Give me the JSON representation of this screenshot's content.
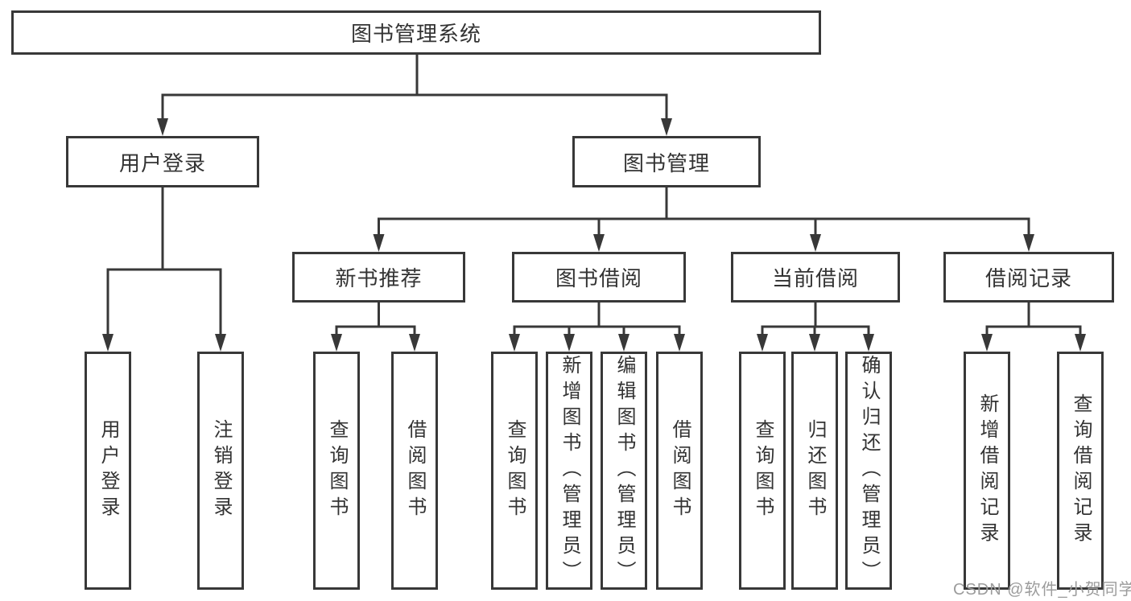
{
  "diagram_type": "functional-structure-tree",
  "tree": {
    "label": "图书管理系统",
    "children": [
      {
        "label": "用户登录",
        "children": [
          {
            "label": "用户登录"
          },
          {
            "label": "注销登录"
          }
        ]
      },
      {
        "label": "图书管理",
        "children": [
          {
            "label": "新书推荐",
            "children": [
              {
                "label": "查询图书"
              },
              {
                "label": "借阅图书"
              }
            ]
          },
          {
            "label": "图书借阅",
            "children": [
              {
                "label": "查询图书"
              },
              {
                "label": "新增图书（管理员）"
              },
              {
                "label": "编辑图书（管理员）"
              },
              {
                "label": "借阅图书"
              }
            ]
          },
          {
            "label": "当前借阅",
            "children": [
              {
                "label": "查询图书"
              },
              {
                "label": "归还图书"
              },
              {
                "label": "确认归还（管理员）"
              }
            ]
          },
          {
            "label": "借阅记录",
            "children": [
              {
                "label": "新增借阅记录"
              },
              {
                "label": "查询借阅记录"
              }
            ]
          }
        ]
      }
    ]
  },
  "watermark": "CSDN @软件_小贺同学",
  "colors": {
    "line": "#383838",
    "box_border": "#383838",
    "text": "#333333",
    "watermark": "#9c9c9c",
    "background": "#ffffff"
  }
}
